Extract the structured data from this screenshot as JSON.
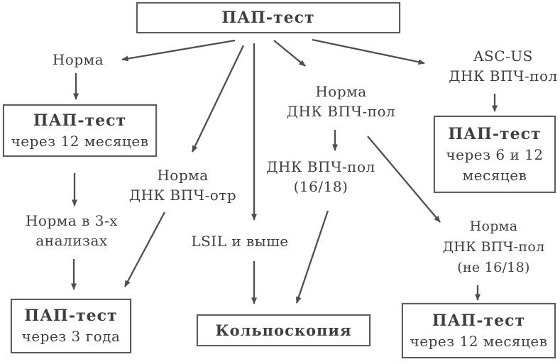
{
  "colors": {
    "ink": "#3f3f3f",
    "line": "#4f4f4f",
    "border": "#5d5d5d",
    "background": "#ffffff"
  },
  "nodes": {
    "root": {
      "line1": "ПАП-тест"
    },
    "norma": {
      "line1": "Норма"
    },
    "pap12Left": {
      "line1": "ПАП-тест",
      "line2": "через 12 месяцев"
    },
    "norma3x": {
      "line1": "Норма в 3-х",
      "line2": "анализах"
    },
    "pap3y": {
      "line1": "ПАП-тест",
      "line2": "через 3 года"
    },
    "normaHpvNeg": {
      "line1": "Норма",
      "line2": "ДНК ВПЧ-отр"
    },
    "lsil": {
      "line1": "LSIL и выше"
    },
    "colposcopy": {
      "line1": "Кольпоскопия"
    },
    "normaHpvPos": {
      "line1": "Норма",
      "line2": "ДНК ВПЧ-пол"
    },
    "hpv1618": {
      "line1": "ДНК ВПЧ-пол",
      "line2": "(16/18)"
    },
    "ascUs": {
      "line1": "ASC-US",
      "line2": "ДНК ВПЧ-пол"
    },
    "pap612": {
      "line1": "ПАП-тест",
      "line2": "через 6 и 12",
      "line3": "месяцев"
    },
    "normaHpvPosNe1618": {
      "line1": "Норма",
      "line2": "ДНК ВПЧ-пол",
      "line3": "(не 16/18)"
    },
    "pap12Right": {
      "line1": "ПАП-тест",
      "line2": "через 12 месяцев"
    }
  }
}
